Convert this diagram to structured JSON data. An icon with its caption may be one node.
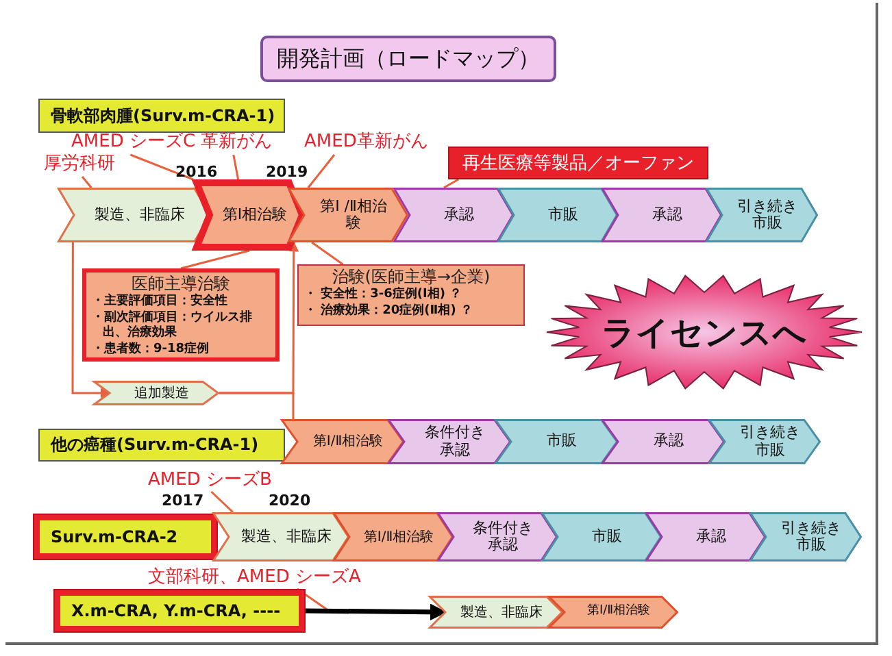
{
  "diagram": {
    "title": "開発計画（ロードマップ）",
    "nodes": [
      {
        "text": [
          "骨軟部肉腫(Surv.m-CRA-1)"
        ]
      },
      {
        "text": [
          "製造、非臨床"
        ]
      },
      {
        "text": [
          "第Ⅰ相治験"
        ]
      },
      {
        "text": [
          "第Ⅰ /Ⅱ相治験"
        ]
      },
      {
        "text": [
          "承認"
        ]
      },
      {
        "text": [
          "市販"
        ]
      },
      {
        "text": [
          "承認"
        ]
      },
      {
        "text": [
          "引き続き市販"
        ]
      },
      {
        "text": [
          "厚労科研"
        ]
      },
      {
        "text": [
          "AMED シーズC 革新がん"
        ]
      },
      {
        "text": [
          "AMED革新がん"
        ]
      },
      {
        "text": [
          "再生医療等製品／オーファン"
        ]
      },
      {
        "text": [
          "医師主導治験",
          "・主要評価項目：安全性",
          "・副次評価項目：ウイルス排出、治療効果",
          "・患者数：9-18症例"
        ]
      },
      {
        "text": [
          "治験(医師主導→企業)",
          "・ 安全性：3-6症例(Ⅰ相) ？",
          "・ 治療効果：20症例(Ⅱ相) ？"
        ]
      },
      {
        "text": [
          "ライセンスへ"
        ]
      },
      {
        "text": [
          "追加製造"
        ]
      },
      {
        "text": [
          "他の癌種(Surv.m-CRA-1)"
        ]
      },
      {
        "text": [
          "第Ⅰ/Ⅱ相治験"
        ]
      },
      {
        "text": [
          "条件付き承認"
        ]
      },
      {
        "text": [
          "市販"
        ]
      },
      {
        "text": [
          "承認"
        ]
      },
      {
        "text": [
          "引き続き市販"
        ]
      },
      {
        "text": [
          "Surv.m-CRA-2"
        ]
      },
      {
        "text": [
          "製造、非臨床"
        ]
      },
      {
        "text": [
          "第Ⅰ/Ⅱ相治験"
        ]
      },
      {
        "text": [
          "条件付き承認"
        ]
      },
      {
        "text": [
          "市販"
        ]
      },
      {
        "text": [
          "承認"
        ]
      },
      {
        "text": [
          "引き続き市販"
        ]
      },
      {
        "text": [
          "AMED シーズB"
        ]
      },
      {
        "text": [
          "文部科研、AMED シーズA"
        ]
      },
      {
        "text": [
          "X.m-CRA, Y.m-CRA, ----"
        ]
      },
      {
        "text": [
          "製造、非臨床"
        ]
      },
      {
        "text": [
          "第Ⅰ/Ⅱ相治験"
        ]
      }
    ],
    "edges": [
      {
        "from": 8,
        "to": 1,
        "arrow": "none"
      },
      {
        "from": 9,
        "to": 2,
        "arrow": "none"
      },
      {
        "from": 9,
        "to": 2,
        "arrow": "none"
      },
      {
        "from": 10,
        "to": 3,
        "arrow": "none"
      },
      {
        "from": 11,
        "to": 4,
        "arrow": "none"
      },
      {
        "from": 2,
        "to": 12,
        "arrow": "none"
      },
      {
        "from": 3,
        "to": 13,
        "arrow": "none"
      },
      {
        "from": 1,
        "to": 15,
        "arrow": "to"
      },
      {
        "from": 15,
        "to": 3,
        "arrow": "to"
      },
      {
        "from": 15,
        "to": 17,
        "arrow": "none"
      },
      {
        "from": 29,
        "to": 23,
        "arrow": "none"
      },
      {
        "from": 30,
        "to": null,
        "arrow": "none"
      },
      {
        "from": 31,
        "to": 32,
        "arrow": "to",
        "style": "thick",
        "color": "#000000"
      }
    ],
    "labels": [
      "2016",
      "2019",
      "2017",
      "2020"
    ]
  }
}
